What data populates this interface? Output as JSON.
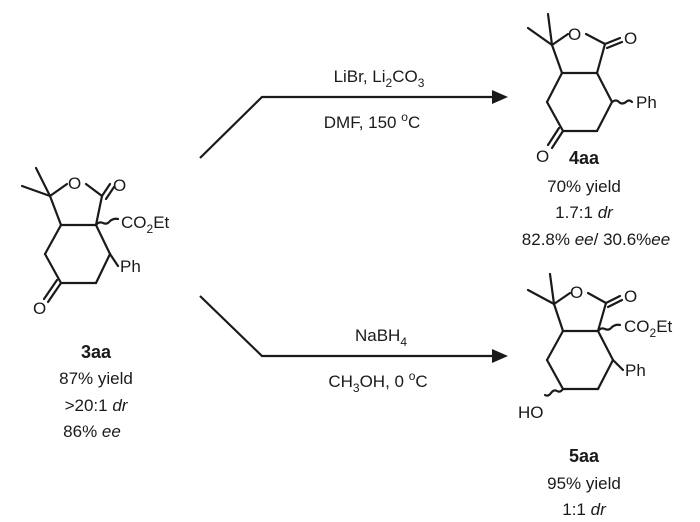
{
  "start": {
    "atoms": {
      "o_ring": "O",
      "o_carbonyl": "O",
      "ester": "CO",
      "ester_sub": "2",
      "ester_end": "Et",
      "phenyl": "Ph",
      "o_ketone": "O"
    },
    "label": "3aa",
    "yield": "87% yield",
    "dr_value": ">20:1",
    "dr_unit": "dr",
    "ee_value": "86%",
    "ee_unit": "ee"
  },
  "top_reaction": {
    "reagent_a": "LiBr, Li",
    "reagent_sub": "2",
    "reagent_b": "CO",
    "reagent_sub2": "3",
    "condition_a": "DMF, 150 ",
    "condition_sup": "o",
    "condition_b": "C"
  },
  "product_top": {
    "atoms": {
      "o_ring": "O",
      "o_carbonyl": "O",
      "phenyl": "Ph",
      "o_ketone": "O"
    },
    "label": "4aa",
    "yield": "70% yield",
    "dr_value": "1.7:1",
    "dr_unit": "dr",
    "ee_value_a": "82.8%",
    "ee_unit_a": "ee",
    "ee_sep": "/ 30.6%",
    "ee_unit_b": "ee"
  },
  "bottom_reaction": {
    "reagent_a": "NaBH",
    "reagent_sub": "4",
    "condition_a": "CH",
    "condition_sub": "3",
    "condition_b": "OH, 0 ",
    "condition_sup": "o",
    "condition_c": "C"
  },
  "product_bottom": {
    "atoms": {
      "o_ring": "O",
      "o_carbonyl": "O",
      "ester": "CO",
      "ester_sub": "2",
      "ester_end": "Et",
      "phenyl": "Ph",
      "hydroxyl": "HO"
    },
    "label": "5aa",
    "yield": "95% yield",
    "dr_value": "1:1",
    "dr_unit": "dr"
  }
}
